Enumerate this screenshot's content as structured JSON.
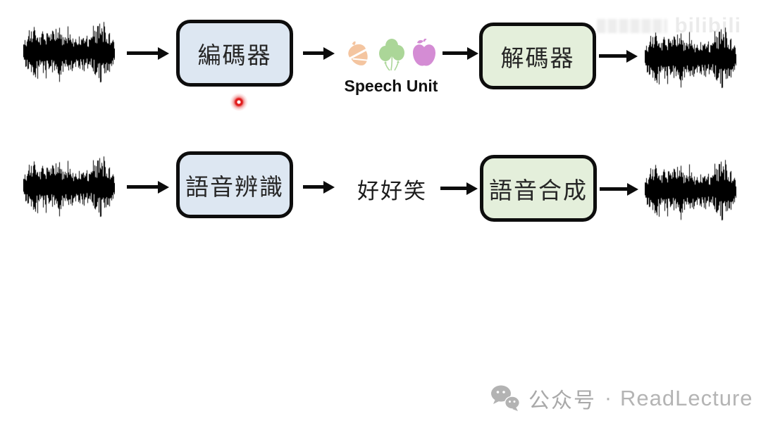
{
  "page": {
    "background": "#ffffff"
  },
  "diagram": {
    "row1": {
      "encoder": {
        "label": "編碼器",
        "fill": "#dde7f2"
      },
      "decoder": {
        "label": "解碼器",
        "fill": "#e4efdb"
      },
      "speech_unit": {
        "caption": "Speech Unit",
        "icons": [
          {
            "name": "acorn-icon",
            "color": "#f4c5a0"
          },
          {
            "name": "balloons-icon",
            "color": "#abd698"
          },
          {
            "name": "apple-icon",
            "color": "#d48cd4"
          }
        ]
      }
    },
    "row2": {
      "asr": {
        "label": "語音辨識",
        "fill": "#dde7f2"
      },
      "tts": {
        "label": "語音合成",
        "fill": "#e4efdb"
      },
      "text_token": "好好笑"
    },
    "waveform_color": "#000000",
    "arrow_color": "#0c0c0c"
  },
  "laser_pointer": {
    "color": "#e01b1b"
  },
  "watermark": {
    "logo_text": "bilibili"
  },
  "footer": {
    "platform_label": "公众号",
    "separator": "·",
    "brand": "ReadLecture",
    "color": "#b0b0b0"
  }
}
